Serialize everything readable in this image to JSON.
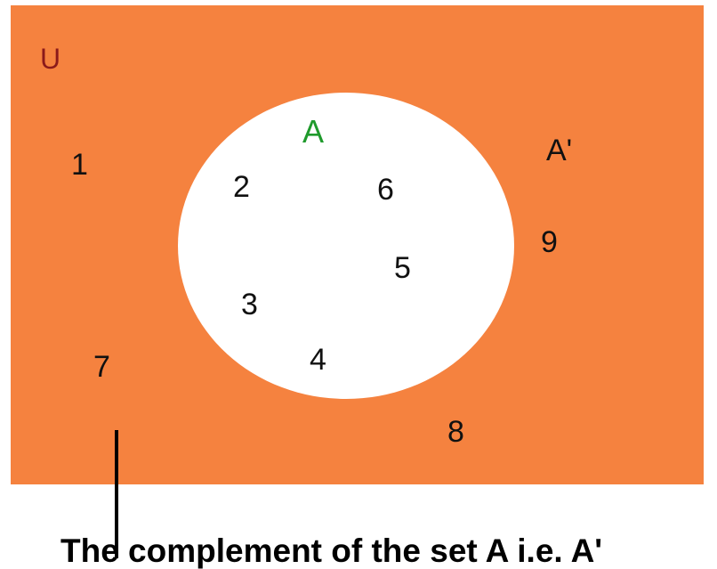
{
  "colors": {
    "universe_fill": "#f5823f",
    "set_a_fill": "#ffffff",
    "universe_label": "#8b1a1a",
    "set_a_label": "#1f9a2c",
    "text": "#111111"
  },
  "universe_label": "U",
  "set_a_label": "A",
  "complement_label": "A'",
  "elements": {
    "n1": "1",
    "n2": "2",
    "n3": "3",
    "n4": "4",
    "n5": "5",
    "n6": "6",
    "n7": "7",
    "n8": "8",
    "n9": "9"
  },
  "caption": "The complement of the set A i.e. A'"
}
